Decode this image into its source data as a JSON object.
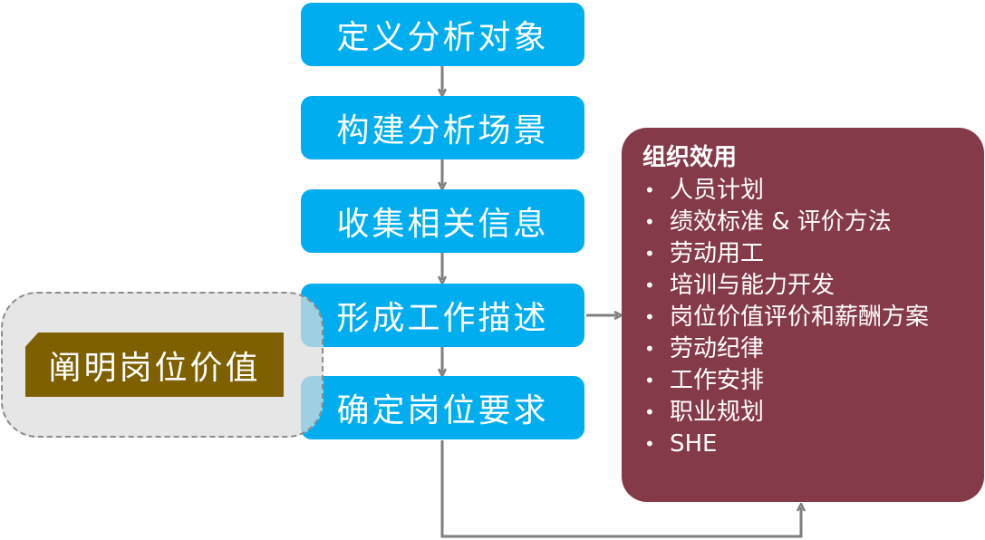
{
  "steps": [
    {
      "label": "定义分析对象"
    },
    {
      "label": "构建分析场景"
    },
    {
      "label": "收集相关信息"
    },
    {
      "label": "形成工作描述"
    },
    {
      "label": "确定岗位要求"
    }
  ],
  "highlight": {
    "label": "阐明岗位价值"
  },
  "panel": {
    "title": "组织效用",
    "items": [
      "人员计划",
      "绩效标准 & 评价方法",
      "劳动用工",
      "培训与能力开发",
      "岗位价值评价和薪酬方案",
      "劳动纪律",
      "工作安排",
      "职业规划",
      "SHE"
    ]
  },
  "colors": {
    "step_fill": "#00AEEF",
    "panel_fill": "#853A4A",
    "highlight_fill": "#7F6000",
    "connector": "#7F7F7F"
  }
}
